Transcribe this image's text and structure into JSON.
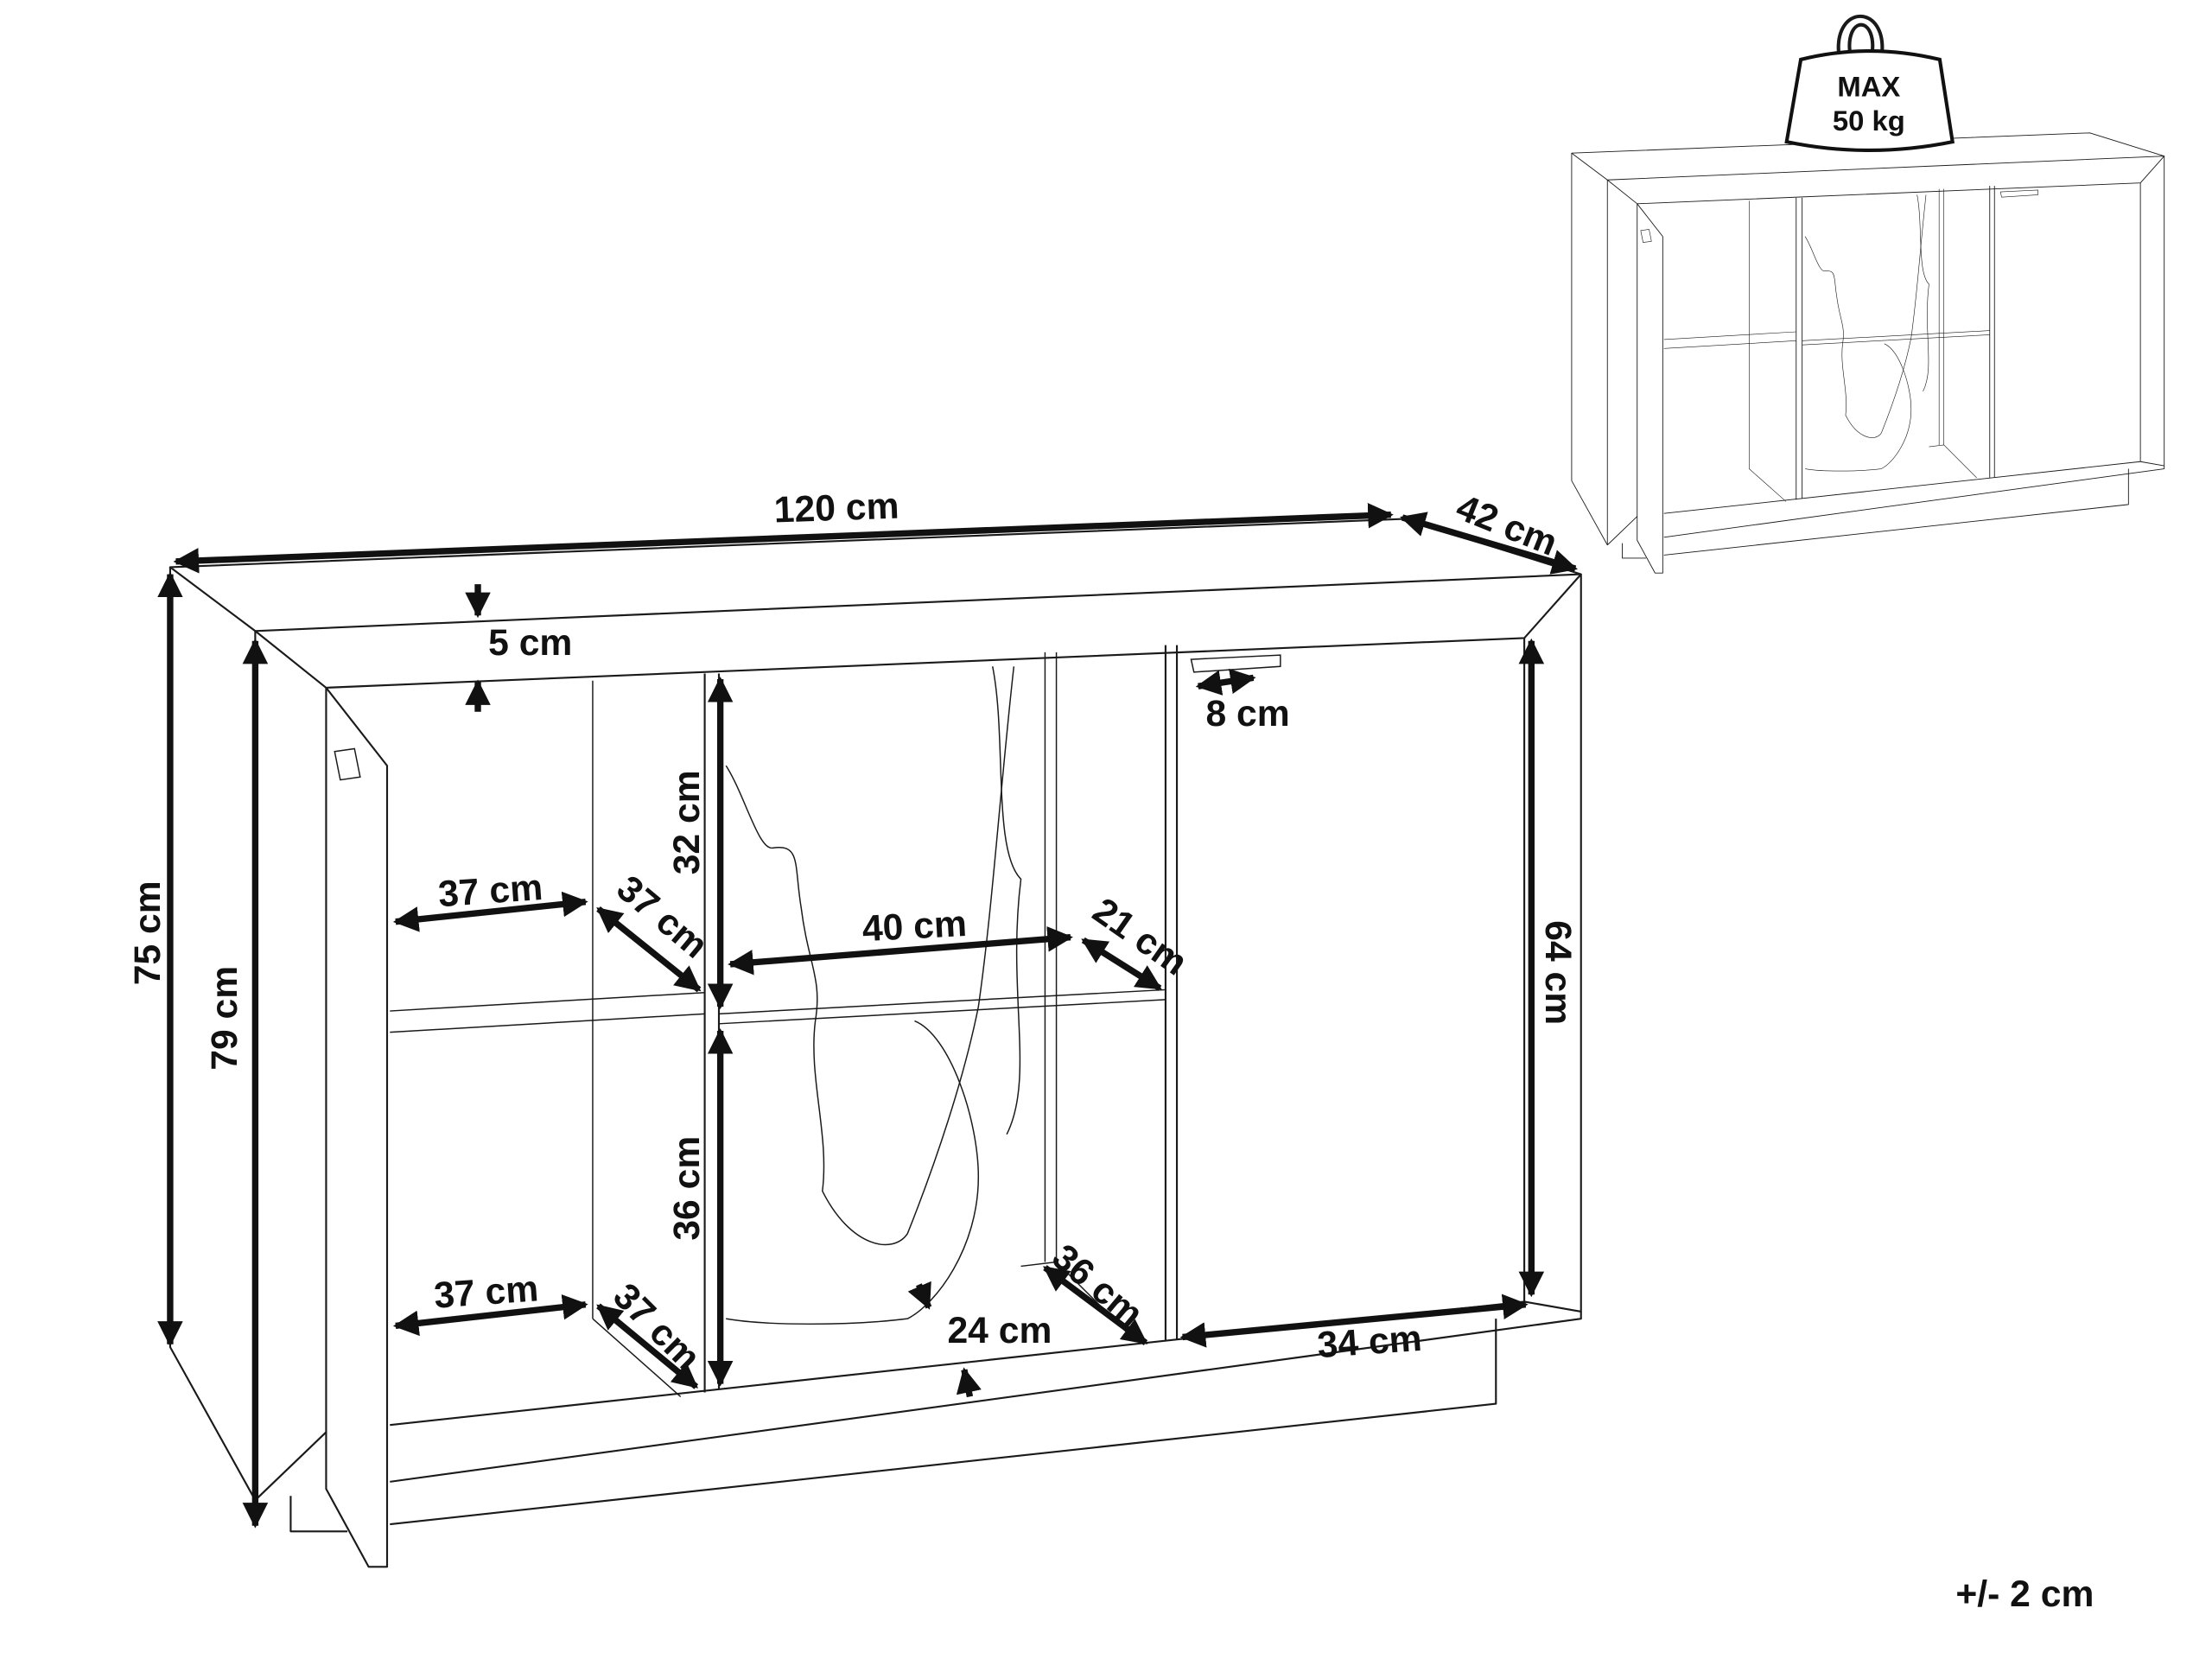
{
  "weight_icon": {
    "line1": "MAX",
    "line2": "50 kg"
  },
  "dimensions": {
    "width": "120 cm",
    "depth": "42 cm",
    "height_body": "75 cm",
    "height_total": "79 cm",
    "top_thickness": "5 cm",
    "upper_center_height": "32 cm",
    "lower_center_height": "36 cm",
    "right_door_height": "64 cm",
    "upper_left_width": "37 cm",
    "upper_left_depth": "37 cm",
    "center_shelf_width": "40 cm",
    "center_shelf_depth": "21 cm",
    "lower_left_width": "37 cm",
    "lower_left_depth": "37 cm",
    "bottom_center_depth": "24 cm",
    "lower_right_depth": "36 cm",
    "right_door_width": "34 cm",
    "handle_length": "8 cm"
  },
  "tolerance": "+/- 2 cm",
  "colors": {
    "line": "#1a1a1a",
    "background": "#ffffff"
  }
}
